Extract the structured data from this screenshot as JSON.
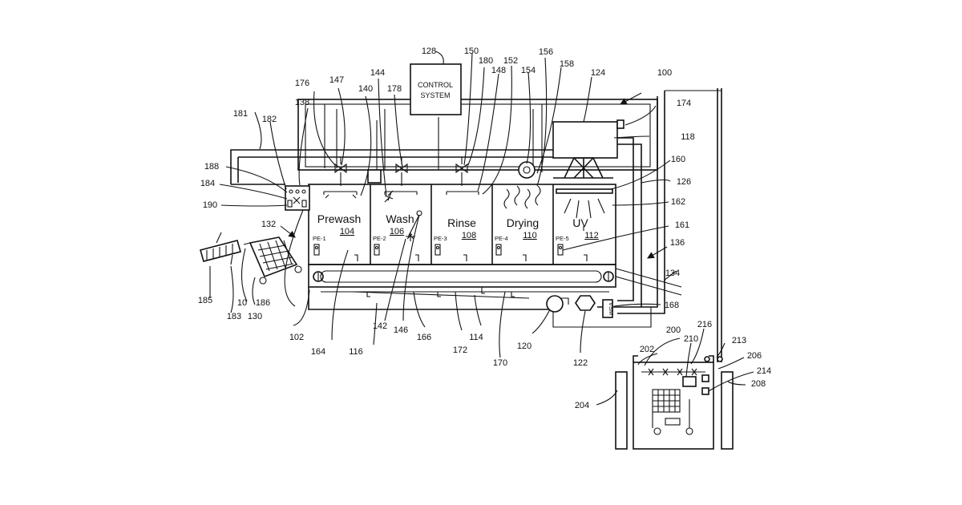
{
  "diagram": {
    "control_system": [
      "CONTROL",
      "SYSTEM"
    ],
    "stations": [
      {
        "name": "Prewash",
        "num": "104",
        "pe": "PE-1"
      },
      {
        "name": "Wash",
        "num": "106",
        "pe": "PE-2"
      },
      {
        "name": "Rinse",
        "num": "108",
        "pe": "PE-3"
      },
      {
        "name": "Drying",
        "num": "110",
        "pe": "PE-4"
      },
      {
        "name": "UV",
        "num": "112",
        "pe": "PE-5"
      }
    ],
    "vsm_label": "VSM",
    "refs": {
      "r100": "100",
      "r102": "102",
      "r10": "10",
      "r114": "114",
      "r116": "116",
      "r118": "118",
      "r120": "120",
      "r122": "122",
      "r124": "124",
      "r126": "126",
      "r128": "128",
      "r130": "130",
      "r132": "132",
      "r134": "134",
      "r136": "136",
      "r138": "138",
      "r140": "140",
      "r142": "142",
      "r144": "144",
      "r146": "146",
      "r147": "147",
      "r148": "148",
      "r150": "150",
      "r152": "152",
      "r154": "154",
      "r156": "156",
      "r158": "158",
      "r160": "160",
      "r161": "161",
      "r162": "162",
      "r164": "164",
      "r166": "166",
      "r168": "168",
      "r170": "170",
      "r172": "172",
      "r174": "174",
      "r176": "176",
      "r178": "178",
      "r180": "180",
      "r181": "181",
      "r182": "182",
      "r183": "183",
      "r184": "184",
      "r185": "185",
      "r186": "186",
      "r188": "188",
      "r190": "190",
      "r200": "200",
      "r202": "202",
      "r204": "204",
      "r206": "206",
      "r208": "208",
      "r210": "210",
      "r213": "213",
      "r214": "214",
      "r216": "216"
    }
  }
}
